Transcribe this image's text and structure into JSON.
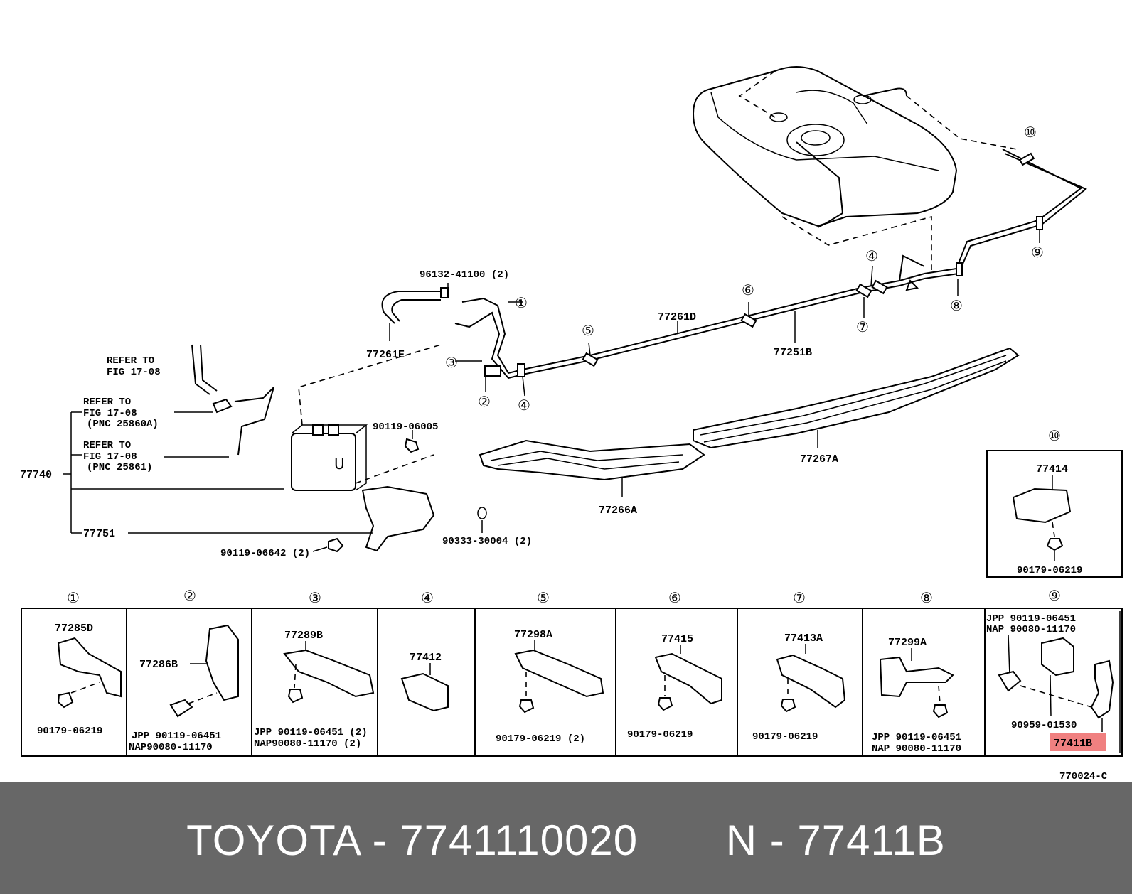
{
  "callouts": {
    "c1": "①",
    "c2": "②",
    "c3": "③",
    "c4": "④",
    "c5": "⑤",
    "c6": "⑥",
    "c7": "⑦",
    "c8": "⑧",
    "c9": "⑨",
    "c10": "⑩"
  },
  "main_labels": {
    "clamp_96132": "96132-41100 (2)",
    "hose_77261E": "77261E",
    "pipe_77261D": "77261D",
    "pipe_77251B": "77251B",
    "protector_77267A": "77267A",
    "protector_77266A": "77266A",
    "bolt_90119_06005": "90119-06005",
    "ring_90333": "90333-30004 (2)",
    "bolt_90119_06642": "90119-06642 (2)",
    "canister_77740": "77740",
    "bracket_77751": "77751",
    "refer1_l1": "REFER TO",
    "refer1_l2": "FIG 17-08",
    "refer2_l1": "REFER TO",
    "refer2_l2": "FIG 17-08",
    "refer2_l3": "(PNC 25860A)",
    "refer3_l1": "REFER TO",
    "refer3_l2": "FIG 17-08",
    "refer3_l3": "(PNC 25861)"
  },
  "detail_box_10": {
    "part": "77414",
    "nut": "90179-06219"
  },
  "cells": [
    {
      "part": "77285D",
      "fastener1": "90179-06219",
      "fastener2": ""
    },
    {
      "part": "77286B",
      "fastener1": "JPP 90119-06451",
      "fastener2": "NAP90080-11170"
    },
    {
      "part": "77289B",
      "fastener1": "JPP 90119-06451 (2)",
      "fastener2": "NAP90080-11170 (2)"
    },
    {
      "part": "77412",
      "fastener1": "",
      "fastener2": ""
    },
    {
      "part": "77298A",
      "fastener1": "90179-06219 (2)",
      "fastener2": ""
    },
    {
      "part": "77415",
      "fastener1": "90179-06219",
      "fastener2": ""
    },
    {
      "part": "77413A",
      "fastener1": "90179-06219",
      "fastener2": ""
    },
    {
      "part": "77299A",
      "fastener1": "JPP  90119-06451",
      "fastener2": "NAP  90080-11170"
    },
    {
      "part": "77411B",
      "fastener1": "JPP  90119-06451",
      "fastener2": "NAP  90080-11170",
      "extra": "90959-01530"
    }
  ],
  "figure_code": "770024-C",
  "footer": {
    "text": "TOYOTA - 7741110020       N - 77411B"
  },
  "colors": {
    "highlight": "#f08080",
    "footer_bg": "#676767"
  }
}
